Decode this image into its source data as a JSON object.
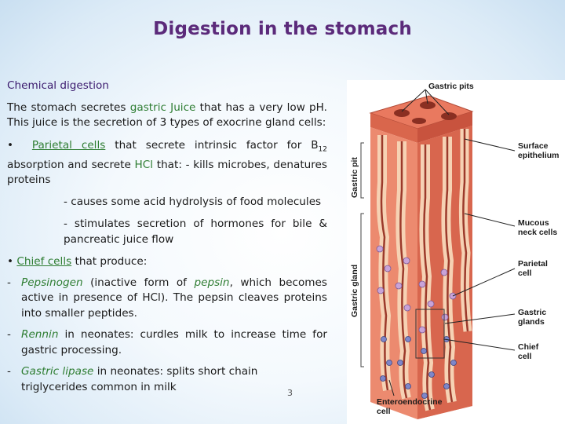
{
  "title": "Digestion in the stomach",
  "section_heading": "Chemical digestion",
  "intro": {
    "part1": "The stomach secretes ",
    "gastric_juice": "gastric Juice",
    "part2": " that has a very low pH. This juice is the secretion of 3 types of exocrine gland cells:"
  },
  "parietal": {
    "bullet": "•",
    "name": "Parietal cells",
    "text1": " that secrete intrinsic factor for B",
    "subscript": "12",
    "text2": " absorption and secrete ",
    "hcl": "HCl",
    "text3": " that: - kills microbes, denatures proteins",
    "sub1": "- causes some acid hydrolysis of food molecules",
    "sub2": "- stimulates secretion of hormones for bile & pancreatic juice flow"
  },
  "chief": {
    "bullet": "•",
    "name": "Chief cells",
    "text": " that produce:"
  },
  "products": [
    {
      "dash": "-",
      "name": "Pepsinogen",
      "text": " (inactive form of ",
      "pepsin": "pepsin",
      "text2": ", which becomes active in presence of HCl). The pepsin cleaves proteins into smaller peptides."
    },
    {
      "dash": "-",
      "name": "Rennin",
      "text": " in neonates: curdles milk to increase time for gastric processing."
    },
    {
      "dash": "-",
      "name": "Gastric lipase",
      "text": " in neonates: splits short chain triglycerides common in milk"
    }
  ],
  "slide_number": "3",
  "figure": {
    "labels": {
      "gastric_pits": "Gastric pits",
      "surface_epithelium": "Surface\nepithelium",
      "mucous_neck_cells": "Mucous\nneck cells",
      "parietal_cell": "Parietal\ncell",
      "gastric_glands": "Gastric\nglands",
      "chief_cell": "Chief\ncell",
      "enteroendocrine_cell": "Enteroendocrine\ncell",
      "gastric_pit_vertical": "Gastric pit",
      "gastric_gland_vertical": "Gastric gland"
    },
    "colors": {
      "tissue": "#e9795f",
      "tissue_dark": "#c8533e",
      "epithelium": "#f3c9a8",
      "parietal": "#c9a3d8",
      "chief": "#7e86c9"
    }
  }
}
